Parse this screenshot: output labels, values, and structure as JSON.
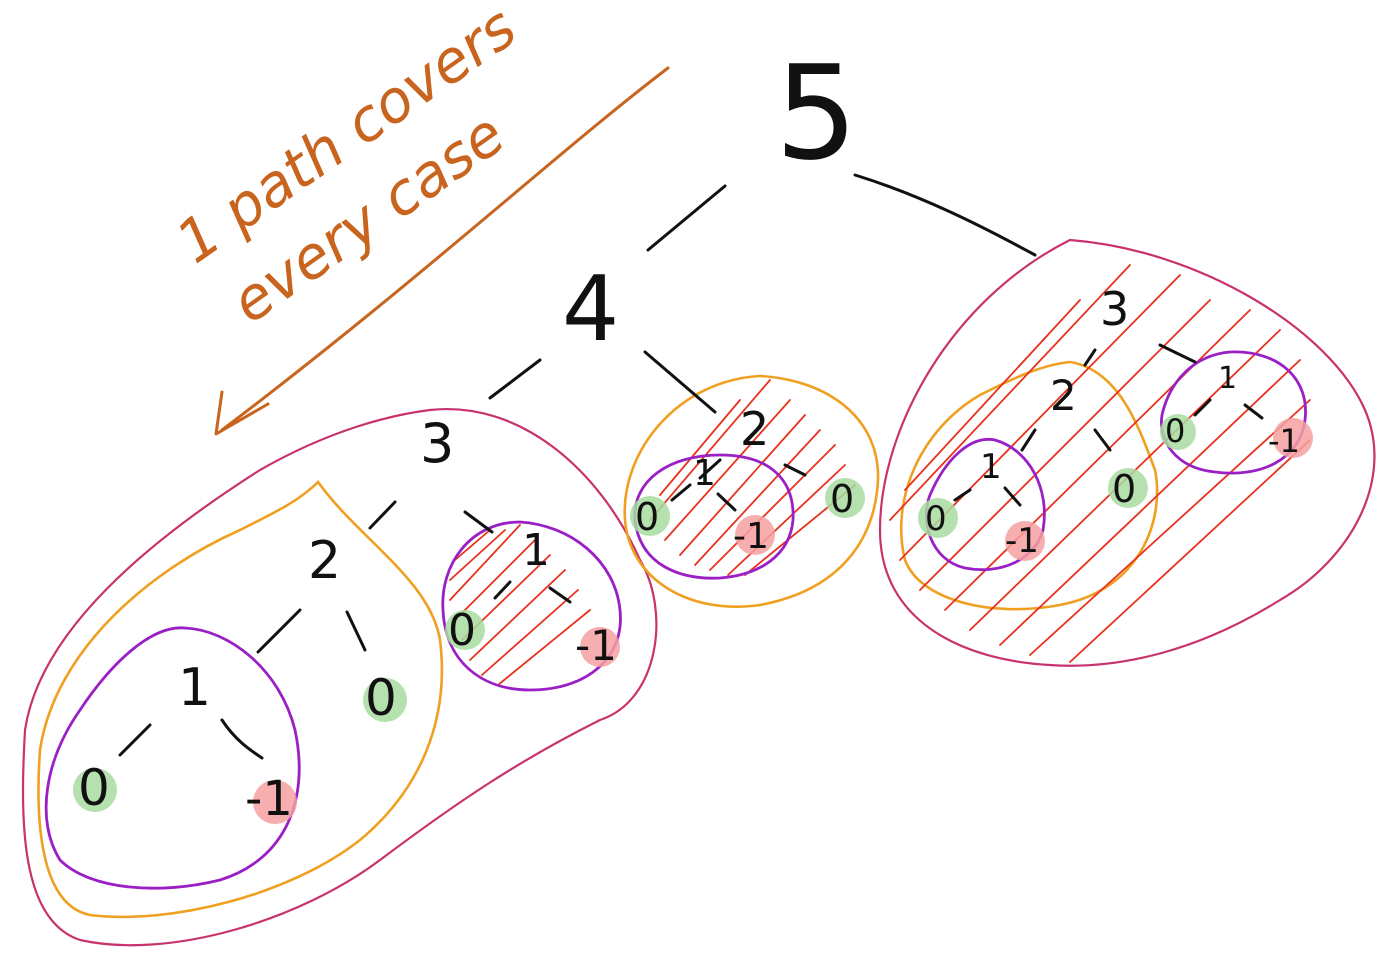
{
  "annotation": {
    "line1": "1 path covers",
    "line2": "every case",
    "color": "#c8641e"
  },
  "colors": {
    "ink": "#111111",
    "magenta_outline": "#c8336e",
    "orange_outline": "#f0a020",
    "purple_outline": "#9a1fc4",
    "red_hatch": "#e8321e",
    "green_leaf": "#a8dca0",
    "red_leaf": "#f4a0a0"
  },
  "tree": {
    "root": "5",
    "level1": {
      "left": "4",
      "right": "3"
    },
    "left_subtree": {
      "n3": "3",
      "n2": "2",
      "n1a": "1",
      "leaf_0a": "0",
      "leaf_m1a": "-1",
      "leaf_0b": "0",
      "n1b": "1",
      "leaf_0c": "0",
      "leaf_m1b": "-1"
    },
    "middle_subtree": {
      "n2": "2",
      "n1": "1",
      "leaf_0a": "0",
      "leaf_m1": "-1",
      "leaf_0b": "0"
    },
    "right_subtree": {
      "n2": "2",
      "n1a": "1",
      "leaf_0a": "0",
      "leaf_m1a": "-1",
      "leaf_0b": "0",
      "n1b": "1",
      "leaf_0c": "0",
      "leaf_m1b": "-1"
    }
  }
}
